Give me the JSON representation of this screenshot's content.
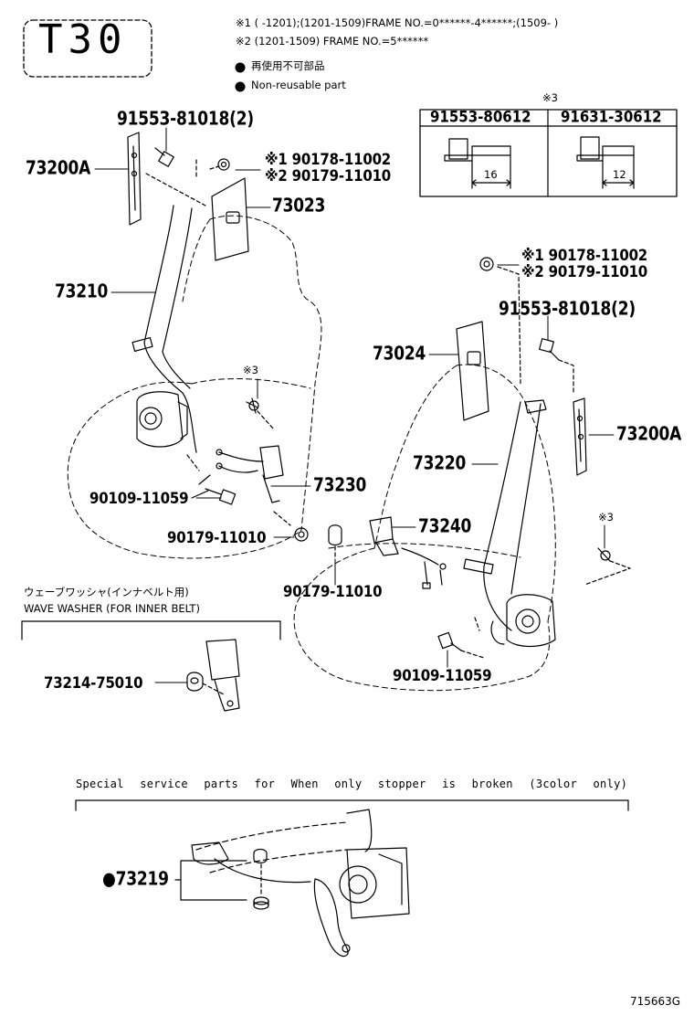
{
  "header": {
    "model_code": "T30",
    "note1": "※1 (      -1201);(1201-1509)FRAME NO.=0******-4******;(1509-       )",
    "note2": "※2 (1201-1509) FRAME NO.=5******",
    "legend_jp": "再使用不可部品",
    "legend_en": "Non-reusable part"
  },
  "bolt_table": {
    "mark": "※3",
    "columns": [
      {
        "part": "91553-80612",
        "dimension": "16"
      },
      {
        "part": "91631-30612",
        "dimension": "12"
      }
    ]
  },
  "left_assembly": {
    "bolt_top": "91553-81018(2)",
    "anchor": "73200A",
    "nut_note1": "※1 90178-11002",
    "nut_note2": "※2 90179-11010",
    "cover": "73023",
    "belt": "73210",
    "bolt_mark": "※3",
    "buckle": "73230",
    "bolt_low": "90109-11059",
    "nut_low": "90179-11010"
  },
  "right_assembly": {
    "nut_note1": "※1 90178-11002",
    "nut_note2": "※2 90179-11010",
    "bolt_top": "91553-81018(2)",
    "cover": "73024",
    "anchor": "73200A",
    "belt": "73220",
    "bolt_mark": "※3",
    "buckle": "73240",
    "nut_low": "90179-11010",
    "bolt_low": "90109-11059"
  },
  "wave_washer": {
    "title_jp": "ウェーブワッシャ(インナベルト用)",
    "title_en": "WAVE WASHER (FOR INNER BELT)",
    "part": "73214-75010"
  },
  "special": {
    "caption": "Special service parts for When only stopper is broken (3color only)",
    "part": "●73219"
  },
  "footer": {
    "diagram_id": "715663G"
  }
}
